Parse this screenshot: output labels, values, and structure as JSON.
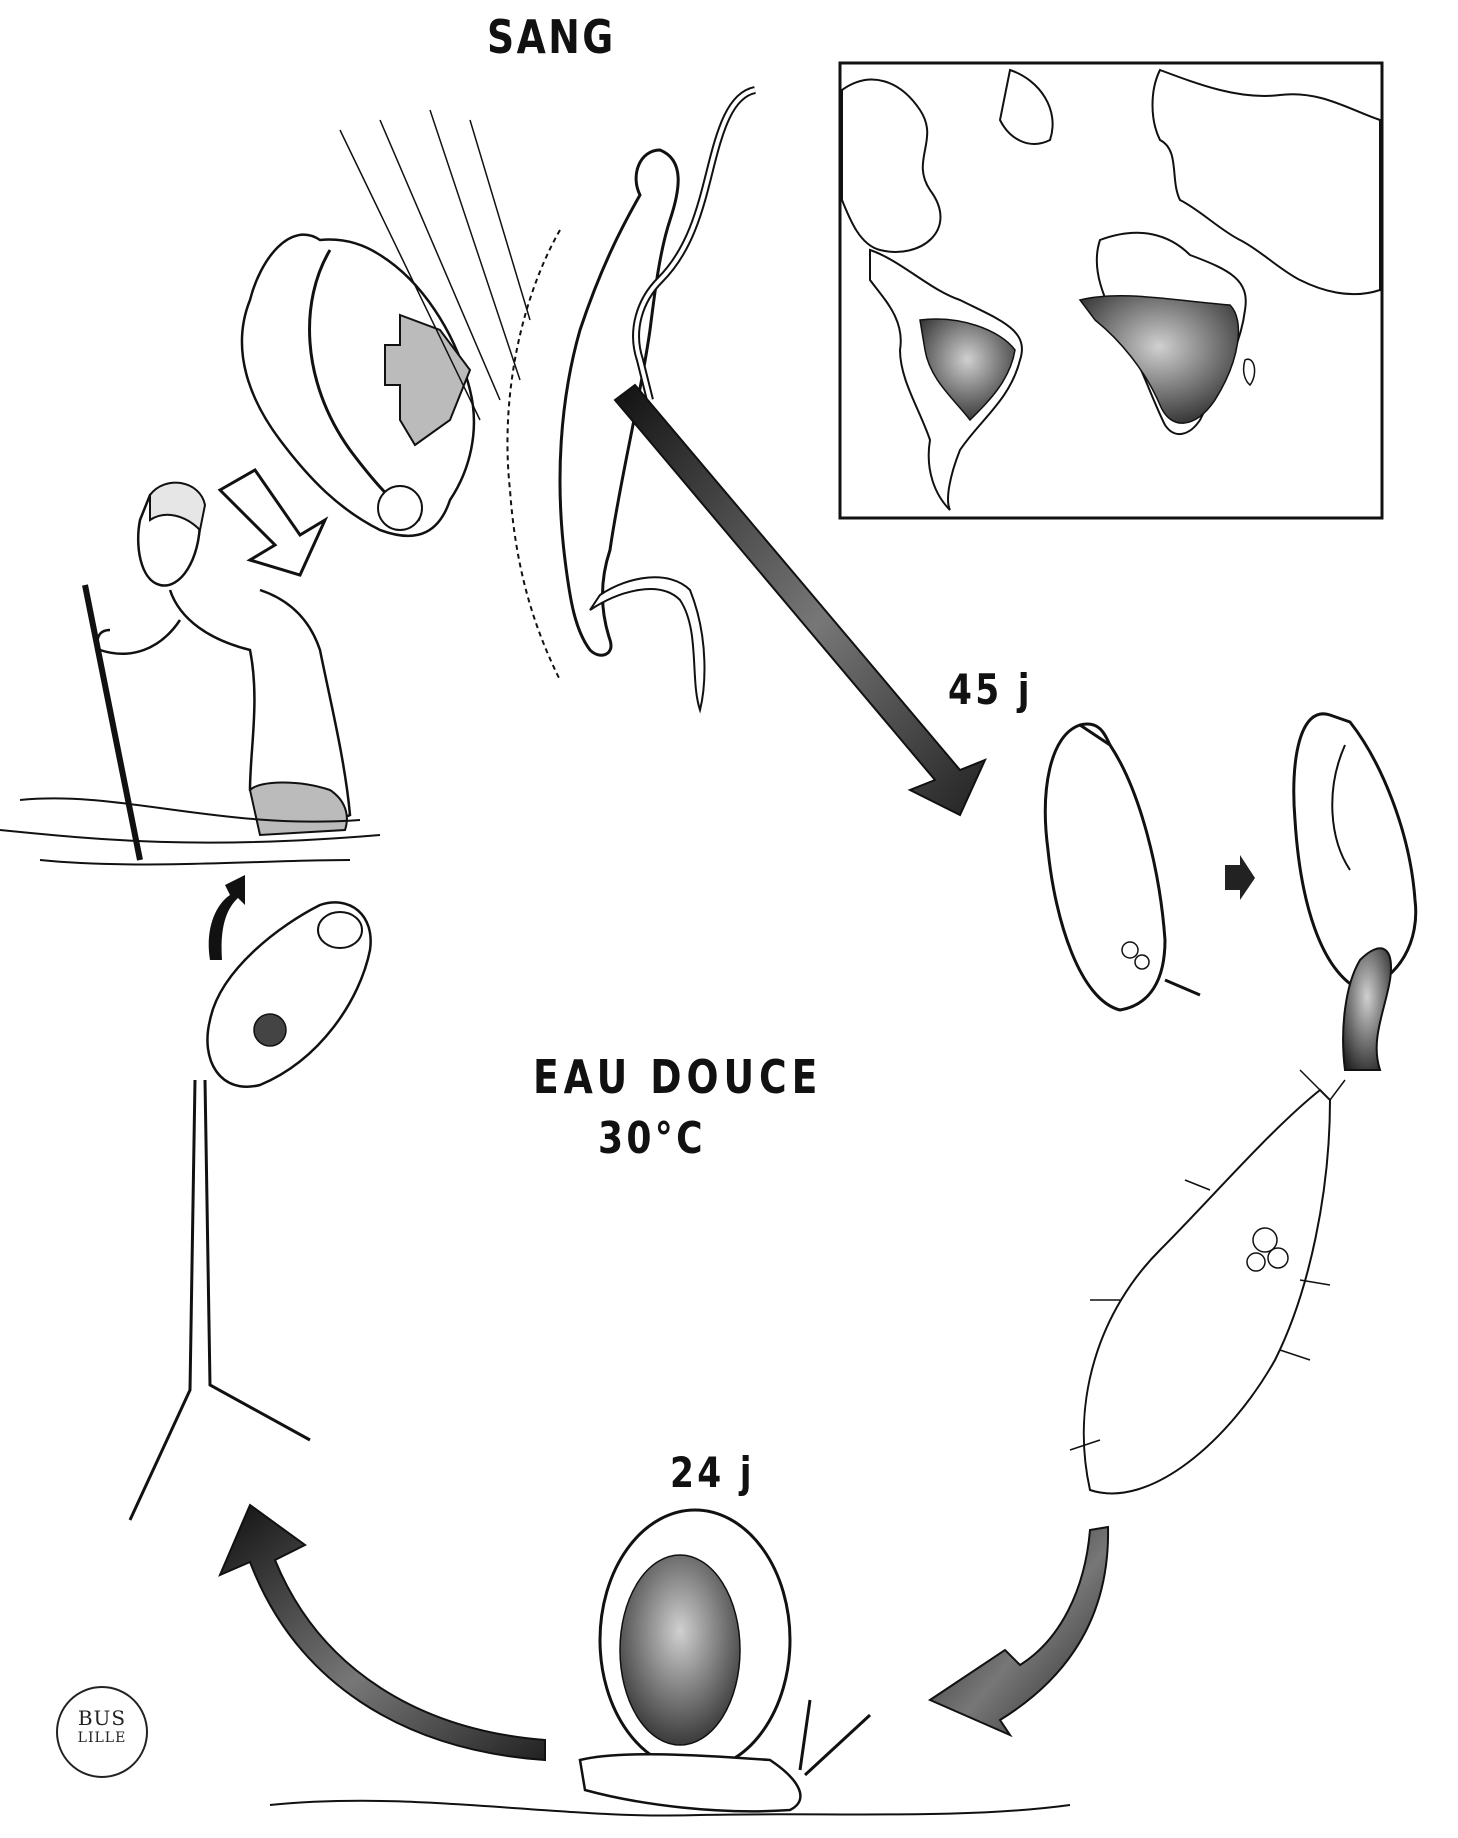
{
  "labels": {
    "top": "SANG",
    "duration_egg": "45 j",
    "duration_snail": "24 j",
    "medium": "EAU DOUCE",
    "temperature": "30°C"
  },
  "stamp": {
    "line1": "BUS",
    "line2": "LILLE"
  },
  "icons": {
    "world_map": "world-distribution-map-icon",
    "snail": "snail-host-icon"
  },
  "colors": {
    "ink": "#111111",
    "shading": "#555555",
    "paper": "#ffffff"
  }
}
